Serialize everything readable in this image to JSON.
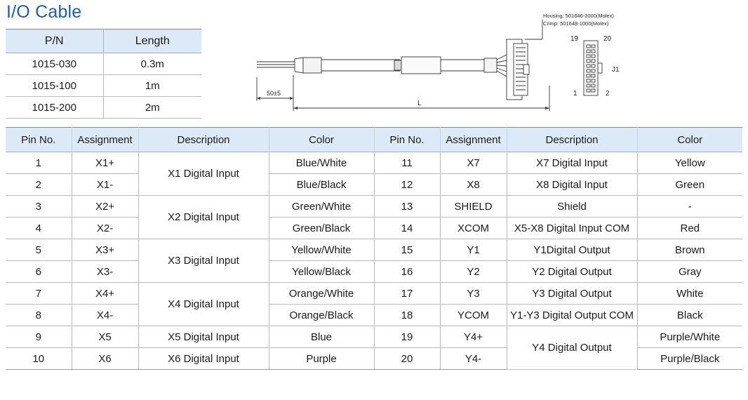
{
  "title": "I/O Cable",
  "pn_table": {
    "headers": [
      "P/N",
      "Length"
    ],
    "rows": [
      [
        "1015-030",
        "0.3m"
      ],
      [
        "1015-100",
        "1m"
      ],
      [
        "1015-200",
        "2m"
      ]
    ]
  },
  "diagram": {
    "housing": "Housing: 501646-2000(Molex)",
    "crimp": "Crimp: 501648-1000(Molex)",
    "pin_19": "19",
    "pin_20": "20",
    "pin_1": "1",
    "pin_2": "2",
    "connector_label": "J1",
    "dim_strip": "50±5",
    "dim_length": "L"
  },
  "pin_table": {
    "headers": [
      "Pin No.",
      "Assignment",
      "Description",
      "Color",
      "Pin No.",
      "Assignment",
      "Description",
      "Color"
    ],
    "left": [
      {
        "pin": "1",
        "assign": "X1+",
        "desc": "X1 Digital Input",
        "color": "Blue/White"
      },
      {
        "pin": "2",
        "assign": "X1-",
        "desc": "",
        "color": "Blue/Black"
      },
      {
        "pin": "3",
        "assign": "X2+",
        "desc": "X2 Digital Input",
        "color": "Green/White"
      },
      {
        "pin": "4",
        "assign": "X2-",
        "desc": "",
        "color": "Green/Black"
      },
      {
        "pin": "5",
        "assign": "X3+",
        "desc": "X3 Digital Input",
        "color": "Yellow/White"
      },
      {
        "pin": "6",
        "assign": "X3-",
        "desc": "",
        "color": "Yellow/Black"
      },
      {
        "pin": "7",
        "assign": "X4+",
        "desc": "X4 Digital Input",
        "color": "Orange/White"
      },
      {
        "pin": "8",
        "assign": "X4-",
        "desc": "",
        "color": "Orange/Black"
      },
      {
        "pin": "9",
        "assign": "X5",
        "desc": "X5 Digital Input",
        "color": "Blue"
      },
      {
        "pin": "10",
        "assign": "X6",
        "desc": "X6 Digital Input",
        "color": "Purple"
      }
    ],
    "right": [
      {
        "pin": "11",
        "assign": "X7",
        "desc": "X7 Digital Input",
        "color": "Yellow"
      },
      {
        "pin": "12",
        "assign": "X8",
        "desc": "X8 Digital Input",
        "color": "Green"
      },
      {
        "pin": "13",
        "assign": "SHIELD",
        "desc": "Shield",
        "color": "-"
      },
      {
        "pin": "14",
        "assign": "XCOM",
        "desc": "X5-X8 Digital Input COM",
        "color": "Red"
      },
      {
        "pin": "15",
        "assign": "Y1",
        "desc": "Y1Digital Output",
        "color": "Brown"
      },
      {
        "pin": "16",
        "assign": "Y2",
        "desc": "Y2 Digital Output",
        "color": "Gray"
      },
      {
        "pin": "17",
        "assign": "Y3",
        "desc": "Y3 Digital Output",
        "color": "White"
      },
      {
        "pin": "18",
        "assign": "YCOM",
        "desc": "Y1-Y3 Digital Output COM",
        "color": "Black"
      },
      {
        "pin": "19",
        "assign": "Y4+",
        "desc": "Y4 Digital Output",
        "color": "Purple/White"
      },
      {
        "pin": "20",
        "assign": "Y4-",
        "desc": "",
        "color": "Purple/Black"
      }
    ]
  }
}
